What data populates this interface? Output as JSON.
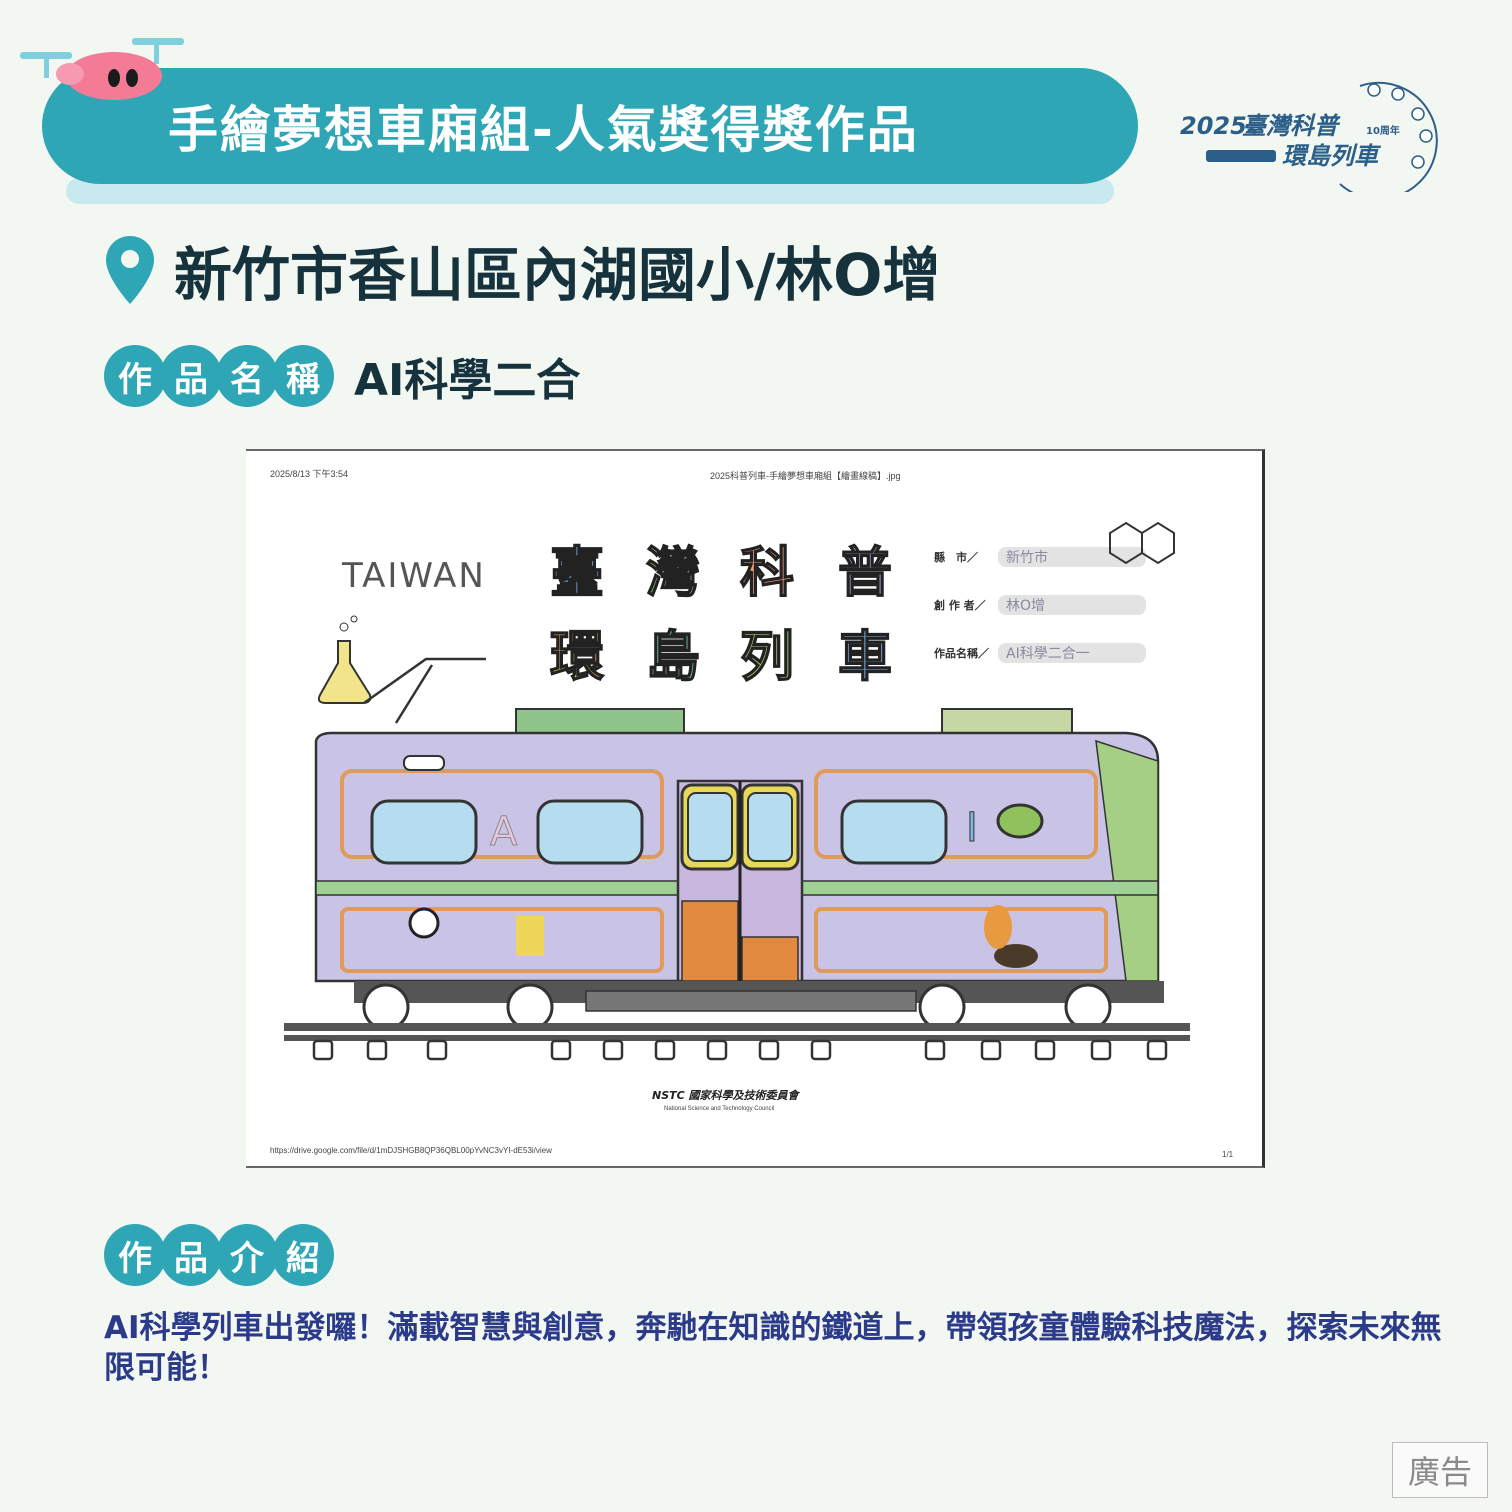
{
  "banner": {
    "title": "手繪夢想車廂組-人氣獎得獎作品"
  },
  "logo": {
    "year": "2025",
    "title_line1": "臺灣科普",
    "badge": "10周年",
    "title_line2": "環島列車"
  },
  "location": {
    "text": "新竹市香山區內湖國小/林O增"
  },
  "work_name": {
    "label_chars": [
      "作",
      "品",
      "名",
      "稱"
    ],
    "value": "AI科學二合"
  },
  "artwork": {
    "header_left": "2025/8/13 下午3:54",
    "header_center": "2025科普列車-手繪夢想車廂組【繪畫線稿】.jpg",
    "taiwan_logo": "TAIWAN",
    "title_row1": [
      "臺",
      "灣",
      "科",
      "普"
    ],
    "title_row2": [
      "環",
      "島",
      "列",
      "車"
    ],
    "form_labels": [
      "縣　市／",
      "創 作 者／",
      "作品名稱／"
    ],
    "form_values": [
      "新竹市",
      "林O增",
      "AI科學二合一"
    ],
    "train_letters": [
      "A",
      "I"
    ],
    "footer_org": "NSTC 國家科學及技術委員會",
    "footer_org_en": "National Science and Technology Council",
    "footer_url": "https://drive.google.com/file/d/1mDJSHGB8QP36QBL00pYvNC3vYI-dE53i/view",
    "footer_page": "1/1"
  },
  "intro": {
    "label_chars": [
      "作",
      "品",
      "介",
      "紹"
    ],
    "text": "AI科學列車出發囉！滿載智慧與創意，奔馳在知識的鐵道上，帶領孩童體驗科技魔法，探索未來無限可能！"
  },
  "ad": {
    "label": "廣告"
  },
  "colors": {
    "accent": "#2ea6b6",
    "text": "#16323d",
    "intro_text": "#2b3b8a",
    "background": "#f3f7f2"
  }
}
